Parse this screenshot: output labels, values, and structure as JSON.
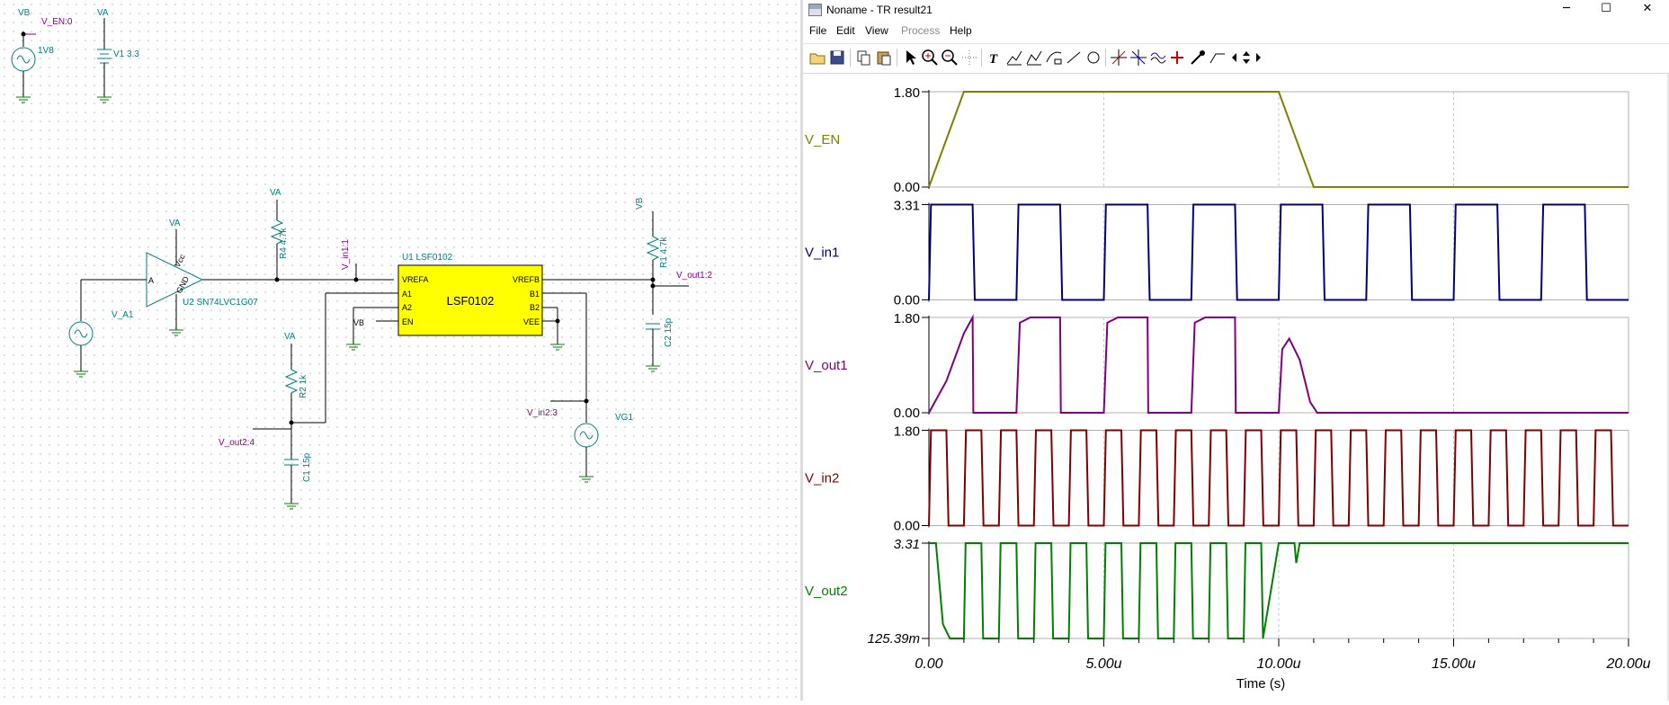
{
  "schematic": {
    "labels": {
      "vb_top": "VB",
      "v_en0": "V_EN:0",
      "src_1v8": "1V8",
      "va_top": "VA",
      "v1": "V1 3.3",
      "va_buf": "VA",
      "buf_a": "A",
      "buf_gnd": "GND",
      "buf_vcc": "Vcc",
      "u2": "U2 SN74LVC1G07",
      "v_a1": "V_A1",
      "va_r4": "VA",
      "r4": "R4 4.7k",
      "v_in1_1": "V_in1:1",
      "u1": "U1 LSF0102",
      "lsf_name": "LSF0102",
      "pin_vrefa": "VREFA",
      "pin_a1": "A1",
      "pin_a2": "A2",
      "pin_en": "EN",
      "pin_vrefb": "VREFB",
      "pin_b1": "B1",
      "pin_b2": "B2",
      "pin_vee": "VEE",
      "vb_en": "VB",
      "vb_r1": "VB",
      "r1": "R1 4.7k",
      "v_out1_2": "V_out1:2",
      "c2": "C2 15p",
      "va_r2": "VA",
      "r2": "R2 1k",
      "v_out2_4": "V_out2:4",
      "c1": "C1 15p",
      "v_in2_3": "V_in2:3",
      "vg1": "VG1"
    }
  },
  "window": {
    "title": "Noname - TR result21",
    "controls": {
      "minimize": "─",
      "maximize": "☐",
      "close": "✕"
    },
    "menu": [
      "File",
      "Edit",
      "View",
      "Process",
      "Help"
    ],
    "menu_disabled": [
      "Process"
    ],
    "toolbar_icons": [
      "open-folder-icon",
      "save-icon",
      "copy-icon",
      "paste-icon",
      "pointer-icon",
      "zoom-in-icon",
      "zoom-out-icon",
      "grid-icon",
      "text-icon",
      "cursor-a-icon",
      "cursor-b-icon",
      "measure-icon",
      "line-icon",
      "circle-icon",
      "cursor-cross-a-icon",
      "cursor-cross-b-icon",
      "curve-icon",
      "cursor-plus-icon",
      "eyedropper-icon",
      "step-icon",
      "left-arrow-icon",
      "up-down-icon",
      "right-arrow-icon"
    ]
  },
  "chart_data": {
    "type": "line",
    "xlabel": "Time (s)",
    "x_ticks": [
      "0.00",
      "5.00u",
      "10.00u",
      "15.00u",
      "20.00u"
    ],
    "xlim": [
      0,
      20
    ],
    "x_unit": "us",
    "grid": true,
    "series": [
      {
        "name": "V_EN",
        "color": "#7f7f00",
        "ymin_label": "0.00",
        "ymax_label": "1.80",
        "ylim": [
          0,
          1.8
        ],
        "points": [
          [
            0,
            0
          ],
          [
            1,
            1.8
          ],
          [
            10,
            1.8
          ],
          [
            11,
            0
          ],
          [
            20,
            0
          ]
        ]
      },
      {
        "name": "V_in1",
        "color": "#00007f",
        "ymin_label": "0.00",
        "ymax_label": "3.31",
        "ylim": [
          0,
          3.31
        ],
        "pulse": {
          "period": 2.5,
          "high_start": 0,
          "high_len": 1.25,
          "low": 0,
          "high": 3.31,
          "count": 8
        }
      },
      {
        "name": "V_out1",
        "color": "#7f007f",
        "ymin_label": "0.00",
        "ymax_label": "1.80",
        "ylim": [
          0,
          1.8
        ],
        "points": [
          [
            0,
            0
          ],
          [
            0.5,
            0.6
          ],
          [
            1.0,
            1.5
          ],
          [
            1.25,
            1.8
          ],
          [
            1.27,
            0
          ],
          [
            2.5,
            0
          ],
          [
            2.6,
            1.7
          ],
          [
            2.9,
            1.8
          ],
          [
            3.75,
            1.8
          ],
          [
            3.77,
            0
          ],
          [
            5.0,
            0
          ],
          [
            5.1,
            1.7
          ],
          [
            5.4,
            1.8
          ],
          [
            6.25,
            1.8
          ],
          [
            6.27,
            0
          ],
          [
            7.5,
            0
          ],
          [
            7.6,
            1.7
          ],
          [
            7.9,
            1.8
          ],
          [
            8.75,
            1.8
          ],
          [
            8.77,
            0
          ],
          [
            10.0,
            0
          ],
          [
            10.1,
            1.2
          ],
          [
            10.3,
            1.4
          ],
          [
            10.6,
            1.0
          ],
          [
            10.9,
            0.2
          ],
          [
            11.1,
            0
          ],
          [
            20,
            0
          ]
        ]
      },
      {
        "name": "V_in2",
        "color": "#7f0000",
        "ymin_label": "0.00",
        "ymax_label": "1.80",
        "ylim": [
          0,
          1.8
        ],
        "pulse": {
          "period": 1.0,
          "high_start": 0,
          "high_len": 0.5,
          "low": 0,
          "high": 1.8,
          "count": 20
        }
      },
      {
        "name": "V_out2",
        "color": "#007f00",
        "ymin_label": "125.39m",
        "ymax_label": "3.31",
        "ylim": [
          0.12539,
          3.31
        ],
        "out2": true
      }
    ]
  }
}
